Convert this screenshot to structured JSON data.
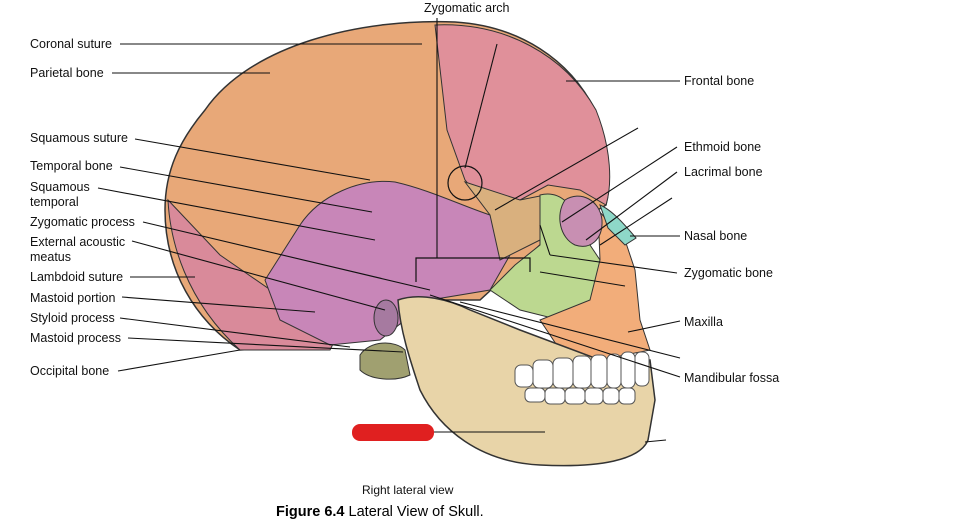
{
  "figure": {
    "view_caption": "Right lateral view",
    "figure_number": "Figure 6.4",
    "figure_title": "Lateral View of Skull."
  },
  "labels": {
    "zygomatic_arch": "Zygomatic arch",
    "coronal_suture": "Coronal suture",
    "parietal_bone": "Parietal bone",
    "squamous_suture": "Squamous suture",
    "temporal_bone": "Temporal bone",
    "squamous_temporal": "Squamous temporal",
    "zygomatic_process": "Zygomatic process",
    "external_acoustic_meatus": "External acoustic meatus",
    "lambdoid_suture": "Lambdoid suture",
    "mastoid_portion": "Mastoid portion",
    "styloid_process": "Styloid process",
    "mastoid_process": "Mastoid process",
    "occipital_bone": "Occipital bone",
    "frontal_bone": "Frontal bone",
    "ethmoid_bone": "Ethmoid bone",
    "lacrimal_bone": "Lacrimal bone",
    "nasal_bone": "Nasal bone",
    "zygomatic_bone": "Zygomatic bone",
    "maxilla": "Maxilla",
    "mandibular_fossa": "Mandibular fossa"
  },
  "colors": {
    "parietal": "#e8a878",
    "frontal": "#e0909a",
    "temporal": "#c886b8",
    "occipital": "#d98a9a",
    "zygomatic": "#bcd890",
    "nasal": "#8ed8c8",
    "maxilla": "#f2ad7a",
    "mandible": "#e8d4a8",
    "highlight": "#e02020"
  }
}
